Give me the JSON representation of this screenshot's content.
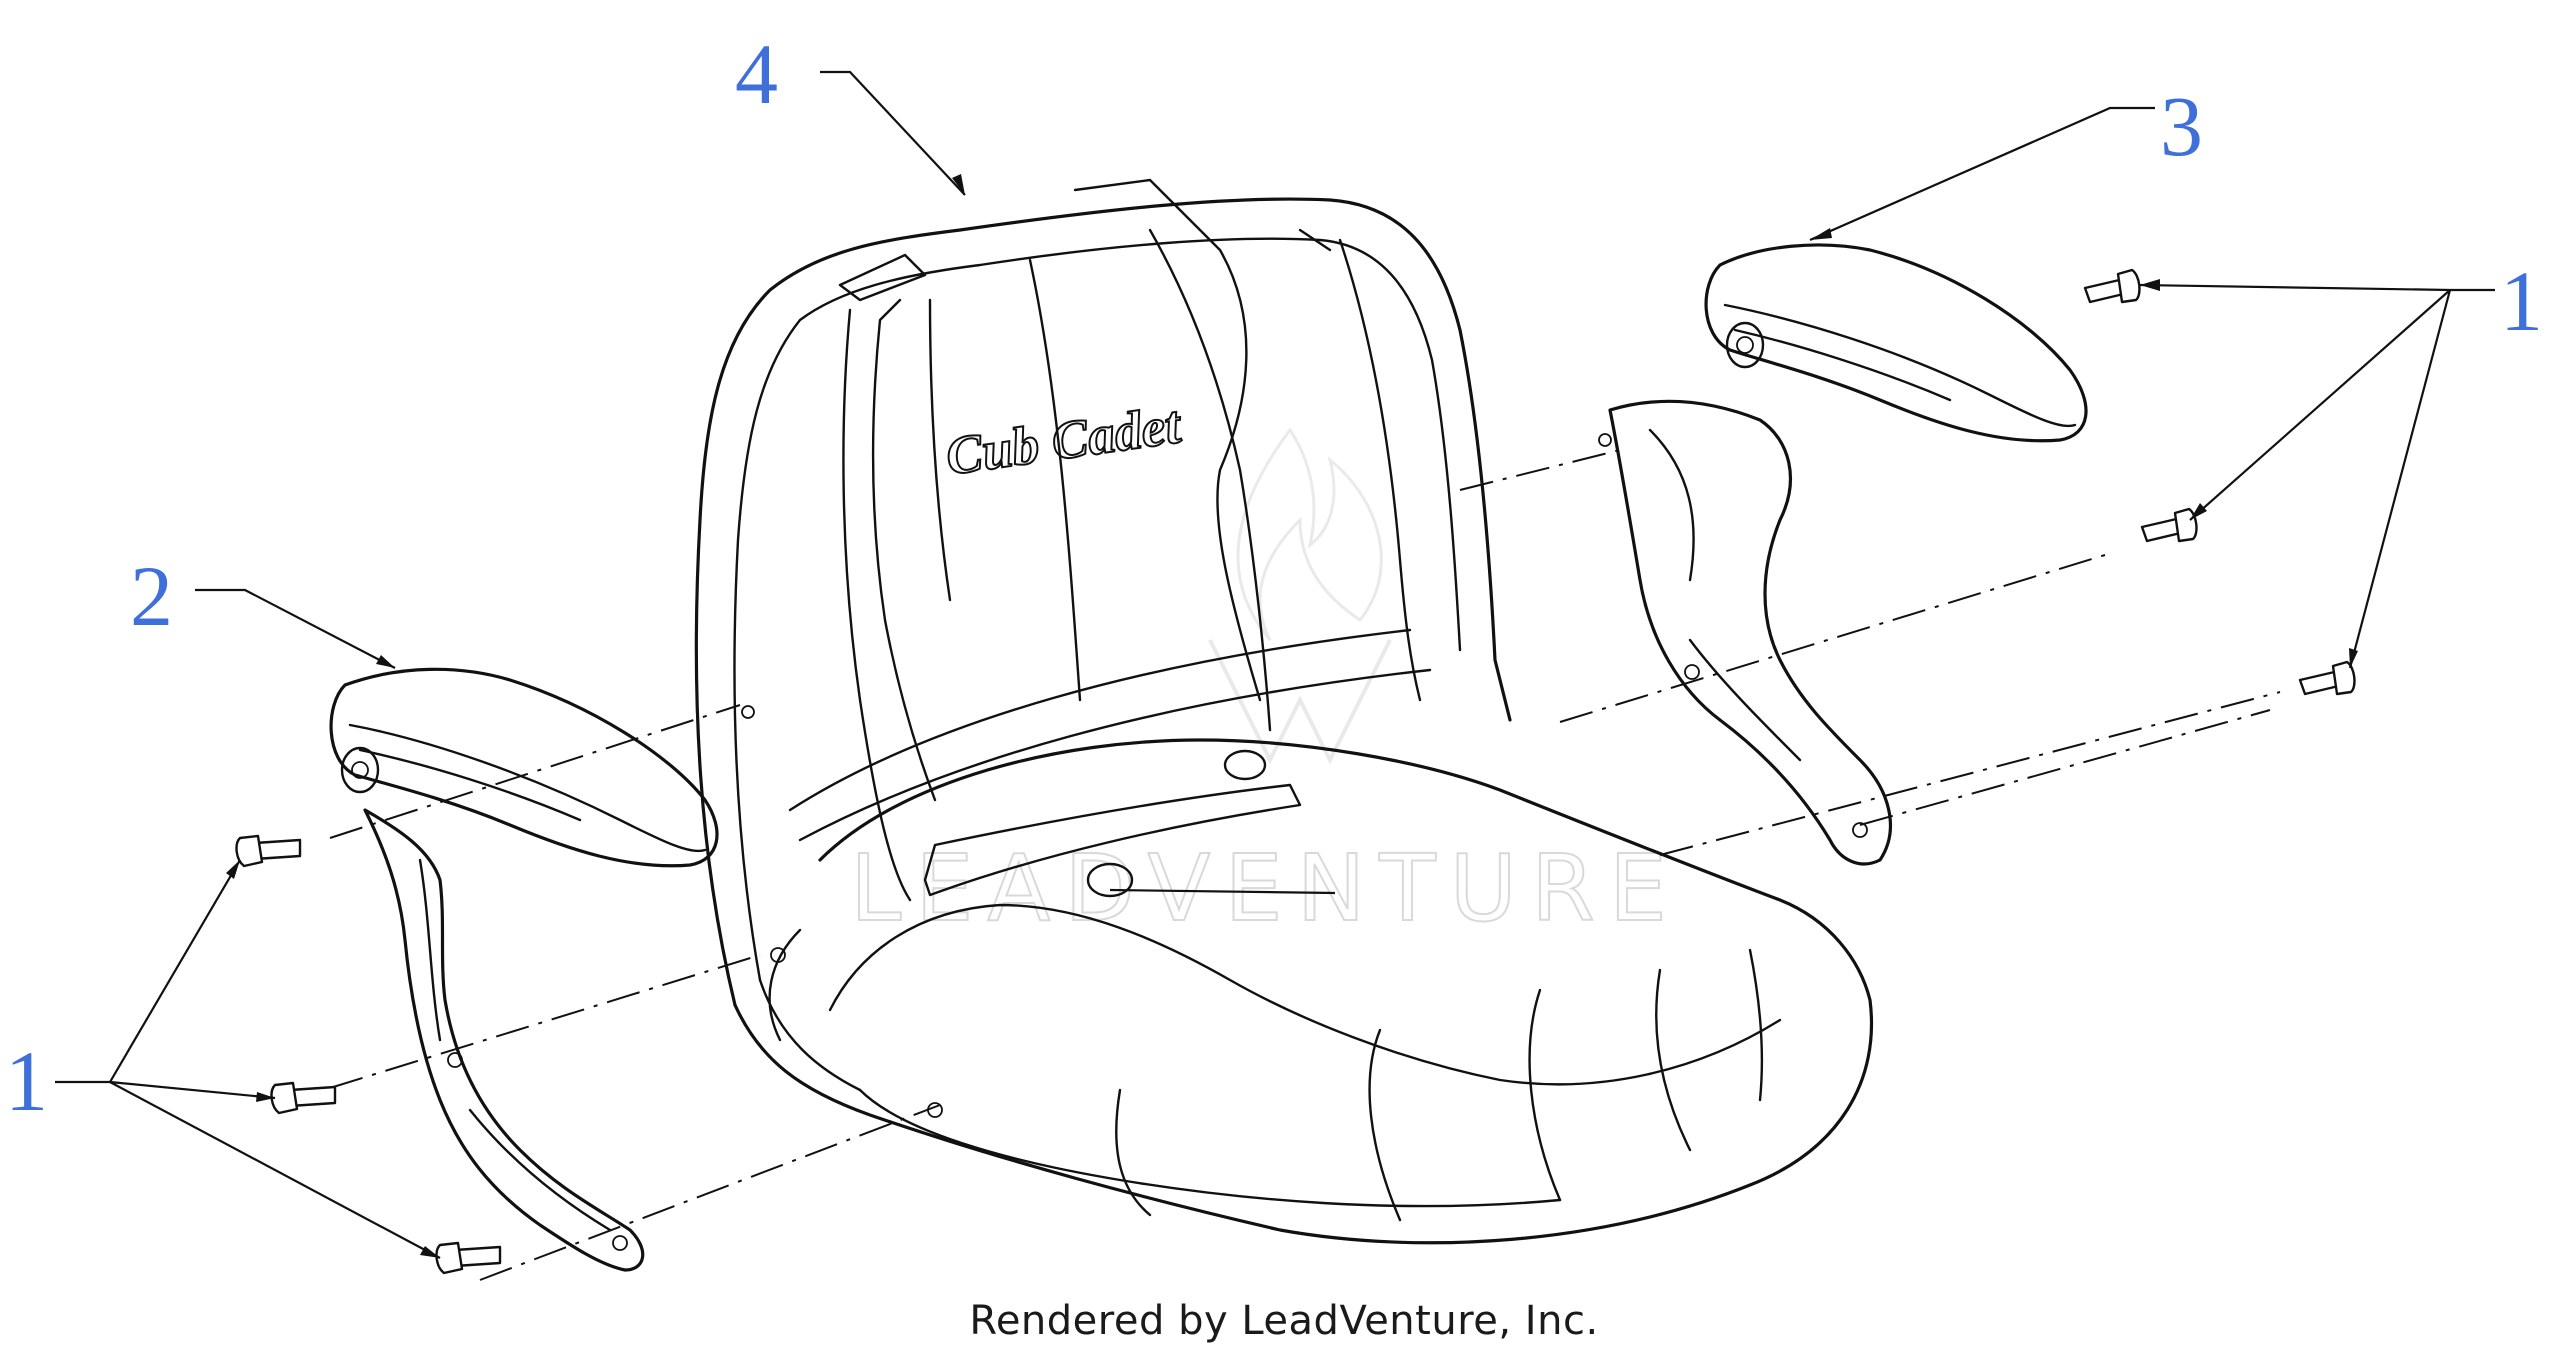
{
  "diagram": {
    "callouts": [
      {
        "id": "1-right",
        "label": "1"
      },
      {
        "id": "1-left",
        "label": "1"
      },
      {
        "id": "2",
        "label": "2"
      },
      {
        "id": "3",
        "label": "3"
      },
      {
        "id": "4",
        "label": "4"
      }
    ],
    "seat_logo_text": "Cub Cadet",
    "watermark_text": "LEADVENTURE",
    "footer": "Rendered by LeadVenture, Inc.",
    "colors": {
      "callout": "#3f6fd8",
      "line": "#111111",
      "watermark": "#d9d9d9"
    }
  }
}
